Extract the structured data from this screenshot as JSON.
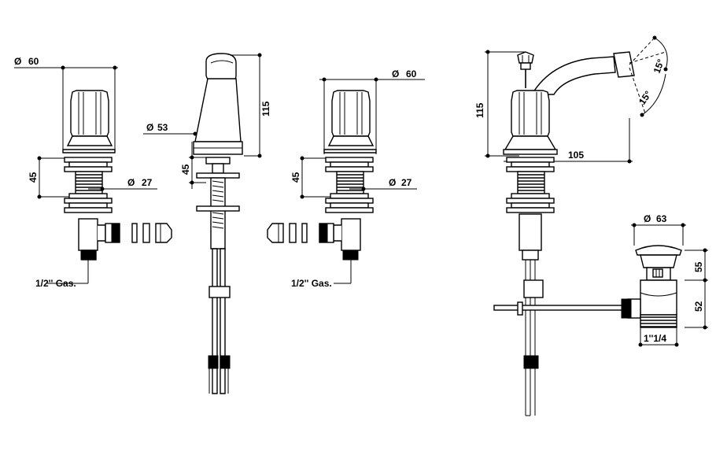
{
  "labels": {
    "v1_dia_top": "60",
    "v1_height": "45",
    "v1_dia_stem": "27",
    "v1_thread": "1/2'' Gas.",
    "spout_dia": "53",
    "spout_height": "115",
    "spout_height_small": "45",
    "v2_dia_top": "60",
    "v2_height": "45",
    "v2_dia_stem": "27",
    "v2_thread": "1/2'' Gas.",
    "side_height": "115",
    "side_reach": "105",
    "angle_up": "15°",
    "angle_down": "15°",
    "waste_dia": "63",
    "waste_h1": "55",
    "waste_h2": "52",
    "waste_thread": "1''1/4"
  },
  "symbols": {
    "diameter": "Ø"
  }
}
